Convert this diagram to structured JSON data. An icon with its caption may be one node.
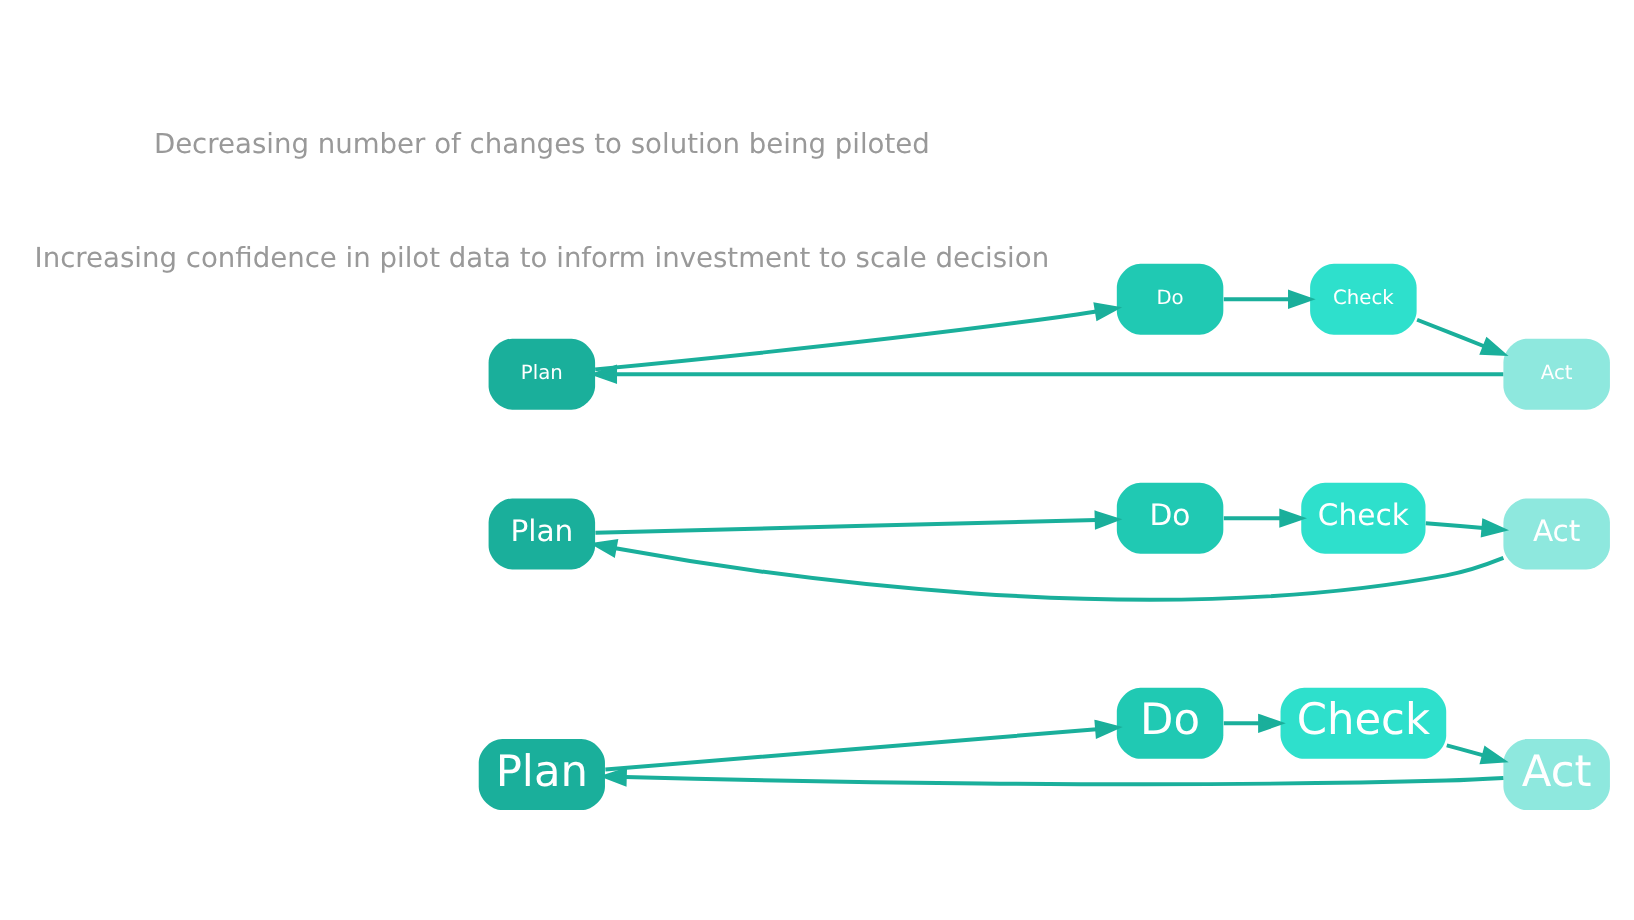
{
  "diagram": {
    "nodes": [
      {
        "text": [
          "Plan"
        ]
      },
      {
        "text": [
          "Do"
        ]
      },
      {
        "text": [
          "Check"
        ]
      },
      {
        "text": [
          "Act"
        ]
      },
      {
        "text": [
          "Plan"
        ]
      },
      {
        "text": [
          "Do"
        ]
      },
      {
        "text": [
          "Check"
        ]
      },
      {
        "text": [
          "Act"
        ]
      },
      {
        "text": [
          "Plan"
        ]
      },
      {
        "text": [
          "Do"
        ]
      },
      {
        "text": [
          "Check"
        ]
      },
      {
        "text": [
          "Act"
        ]
      }
    ],
    "edges": [
      {
        "from": 0,
        "to": 1,
        "arrow": "to"
      },
      {
        "from": 1,
        "to": 2,
        "arrow": "to"
      },
      {
        "from": 2,
        "to": 3,
        "arrow": "to"
      },
      {
        "from": 3,
        "to": 0,
        "arrow": "to"
      },
      {
        "from": 4,
        "to": 5,
        "arrow": "to"
      },
      {
        "from": 5,
        "to": 6,
        "arrow": "to"
      },
      {
        "from": 6,
        "to": 7,
        "arrow": "to"
      },
      {
        "from": 7,
        "to": 4,
        "arrow": "to"
      },
      {
        "from": 8,
        "to": 9,
        "arrow": "to"
      },
      {
        "from": 9,
        "to": 10,
        "arrow": "to"
      },
      {
        "from": 10,
        "to": 11,
        "arrow": "to"
      },
      {
        "from": 11,
        "to": 8,
        "arrow": "to"
      }
    ],
    "labels": [
      "Increasing confidence in pilot data to inform investment to scale decision",
      "Decreasing number of changes to solution being piloted"
    ]
  }
}
